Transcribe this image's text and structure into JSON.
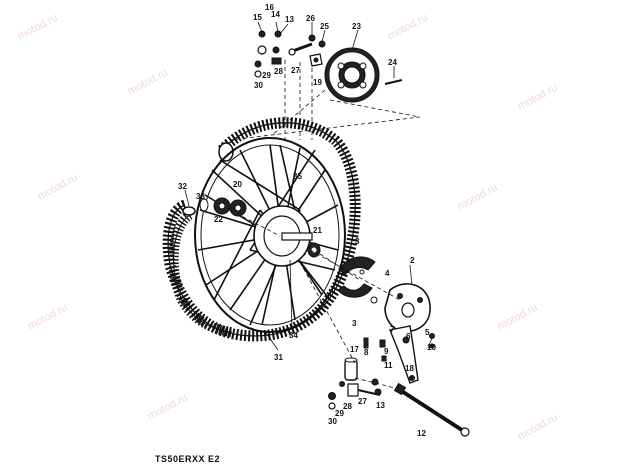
{
  "watermark_text": "motod.ru",
  "caption": "TS50ERXX E2",
  "callouts": [
    "16",
    "15",
    "14",
    "13",
    "26",
    "25",
    "23",
    "24",
    "29",
    "28",
    "27",
    "19",
    "30",
    "32",
    "33",
    "20",
    "22",
    "35",
    "21",
    "3",
    "4",
    "2",
    "3",
    "31",
    "34",
    "7",
    "6",
    "5",
    "10",
    "17",
    "8",
    "11",
    "9",
    "18",
    "27",
    "13",
    "28",
    "29",
    "30",
    "12"
  ]
}
